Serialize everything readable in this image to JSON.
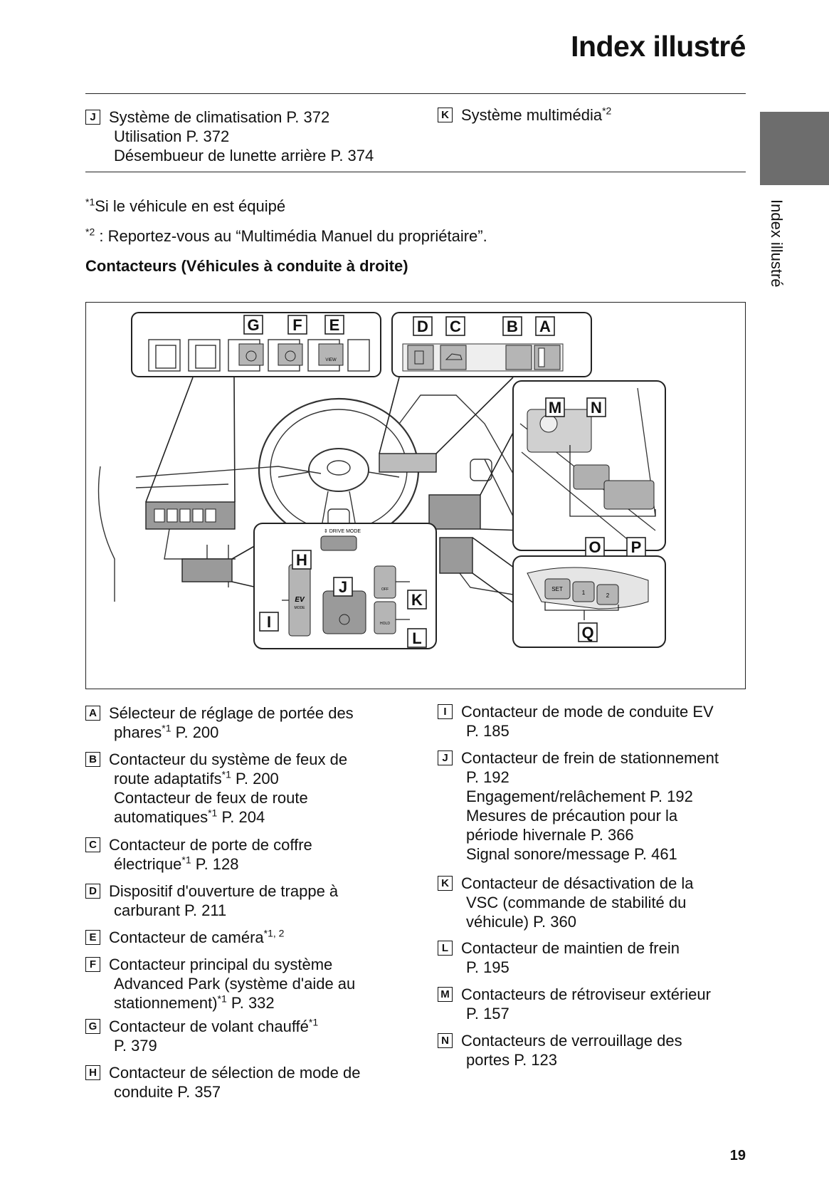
{
  "page": {
    "title": "Index illustré",
    "side_label": "Index illustré",
    "page_number": "19"
  },
  "top_entries": {
    "J": {
      "key": "J",
      "lines": [
        "Système de climatisation P. 372",
        "Utilisation P. 372",
        "Désembueur de lunette arrière P. 374"
      ]
    },
    "K": {
      "key": "K",
      "text": "Système multimédia",
      "sup": "*2"
    }
  },
  "notes": {
    "n1_sup": "*1",
    "n1_text": "Si le véhicule en est équipé",
    "n2_sup": "*2",
    "n2_text": " : Reportez-vous au “Multimédia Manuel du propriétaire”."
  },
  "section_title": "Contacteurs (Véhicules à conduite à droite)",
  "diagram": {
    "labels": [
      "G",
      "F",
      "E",
      "D",
      "C",
      "B",
      "A",
      "M",
      "N",
      "O",
      "P",
      "H",
      "J",
      "K",
      "I",
      "L",
      "Q"
    ],
    "small_texts": {
      "drive_mode": "⇕ DRIVE MODE",
      "view": "VIEW",
      "off": "OFF",
      "hold": "HOLD",
      "mode": "MODE",
      "ev": "EV",
      "set": "SET",
      "one": "1",
      "two": "2"
    }
  },
  "left_list": [
    {
      "key": "A",
      "l1": "Sélecteur de réglage de portée des",
      "l2a": "phares",
      "l2sup": "*1",
      "l2b": " P. 200"
    },
    {
      "key": "B",
      "l1": "Contacteur du système de feux de",
      "l2a": "route adaptatifs",
      "l2sup": "*1",
      "l2b": " P. 200",
      "l3": "Contacteur de feux de route",
      "l4a": "automatiques",
      "l4sup": "*1",
      "l4b": " P. 204"
    },
    {
      "key": "C",
      "l1": "Contacteur de porte de coffre",
      "l2a": "électrique",
      "l2sup": "*1",
      "l2b": " P. 128"
    },
    {
      "key": "D",
      "l1": "Dispositif d'ouverture de trappe à",
      "l2": "carburant P. 211"
    },
    {
      "key": "E",
      "l1": "Contacteur de caméra",
      "l1sup": "*1, 2"
    },
    {
      "key": "F",
      "l1": "Contacteur principal du système",
      "l2": "Advanced Park (système d'aide au",
      "l3a": "stationnement)",
      "l3sup": "*1",
      "l3b": " P. 332"
    },
    {
      "key": "G",
      "l1": "Contacteur de volant chauffé",
      "l1sup": "*1",
      "l2": "P. 379"
    },
    {
      "key": "H",
      "l1": "Contacteur de sélection de mode de",
      "l2": "conduite P. 357"
    }
  ],
  "right_list": [
    {
      "key": "I",
      "l1": "Contacteur de mode de conduite EV",
      "l2": "P. 185"
    },
    {
      "key": "J",
      "l1": "Contacteur de frein de stationnement",
      "l2": "P. 192",
      "l3": "Engagement/relâchement P. 192",
      "l4": "Mesures de précaution pour la",
      "l5": "période hivernale P. 366",
      "l6": "Signal sonore/message P. 461"
    },
    {
      "key": "K",
      "l1": "Contacteur de désactivation de la",
      "l2": "VSC (commande de stabilité du",
      "l3": "véhicule) P. 360"
    },
    {
      "key": "L",
      "l1": "Contacteur de maintien de frein",
      "l2": "P. 195"
    },
    {
      "key": "M",
      "l1": "Contacteurs de rétroviseur extérieur",
      "l2": "P. 157"
    },
    {
      "key": "N",
      "l1": "Contacteurs de verrouillage des",
      "l2": "portes P. 123"
    }
  ]
}
